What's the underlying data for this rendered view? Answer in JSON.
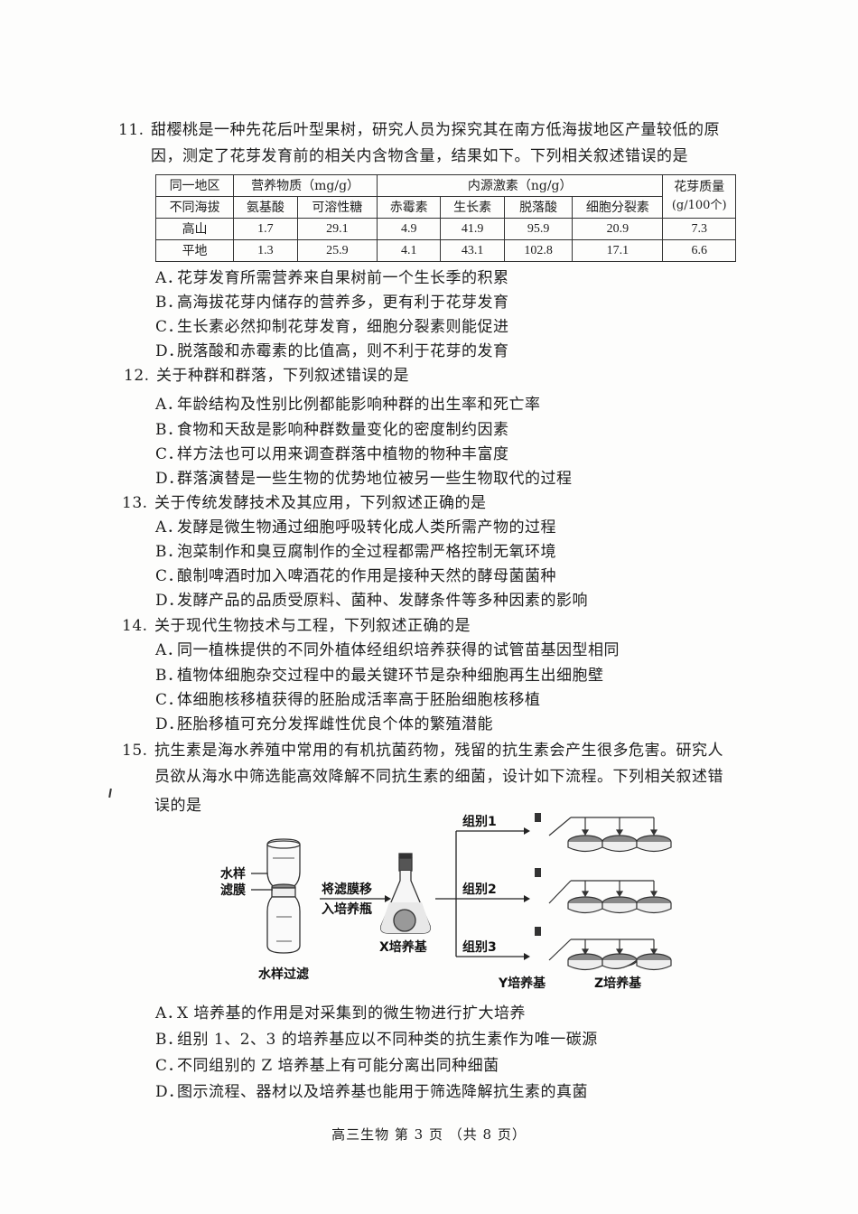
{
  "q11": {
    "number": "11.",
    "stem_line1": "甜樱桃是一种先花后叶型果树，研究人员为探究其在南方低海拔地区产量较低的原",
    "stem_line2": "因，测定了花芽发育前的相关内含物含量，结果如下。下列相关叙述错误的是",
    "table": {
      "header_row1": {
        "col0": "同一地区",
        "nutrients": "营养物质（mg/g）",
        "hormones": "内源激素（ng/g）",
        "quality": "花芽质量"
      },
      "header_row2": {
        "col0": "不同海拔",
        "amino_acid": "氨基酸",
        "soluble_sugar": "可溶性糖",
        "gibberellin": "赤霉素",
        "auxin": "生长素",
        "abscisic_acid": "脱落酸",
        "cytokinin": "细胞分裂素",
        "quality_unit": "(g/100个)"
      },
      "rows": [
        {
          "site": "高山",
          "amino_acid": "1.7",
          "soluble_sugar": "29.1",
          "gibberellin": "4.9",
          "auxin": "41.9",
          "abscisic_acid": "95.9",
          "cytokinin": "20.9",
          "quality": "7.3"
        },
        {
          "site": "平地",
          "amino_acid": "1.3",
          "soluble_sugar": "25.9",
          "gibberellin": "4.1",
          "auxin": "43.1",
          "abscisic_acid": "102.8",
          "cytokinin": "17.1",
          "quality": "6.6"
        }
      ]
    },
    "options": [
      {
        "letter": "A．",
        "text": "花芽发育所需营养来自果树前一个生长季的积累"
      },
      {
        "letter": "B．",
        "text": "高海拔花芽内储存的营养多，更有利于花芽发育"
      },
      {
        "letter": "C．",
        "text": "生长素必然抑制花芽发育，细胞分裂素则能促进"
      },
      {
        "letter": "D．",
        "text": "脱落酸和赤霉素的比值高，则不利于花芽的发育"
      }
    ]
  },
  "q12": {
    "number": "12.",
    "stem": "关于种群和群落，下列叙述错误的是",
    "options": [
      {
        "letter": "A．",
        "text": "年龄结构及性别比例都能影响种群的出生率和死亡率"
      },
      {
        "letter": "B．",
        "text": "食物和天敌是影响种群数量变化的密度制约因素"
      },
      {
        "letter": "C．",
        "text": "样方法也可以用来调查群落中植物的物种丰富度"
      },
      {
        "letter": "D．",
        "text": "群落演替是一些生物的优势地位被另一些生物取代的过程"
      }
    ]
  },
  "q13": {
    "number": "13.",
    "stem": "关于传统发酵技术及其应用，下列叙述正确的是",
    "options": [
      {
        "letter": "A．",
        "text": "发酵是微生物通过细胞呼吸转化成人类所需产物的过程"
      },
      {
        "letter": "B．",
        "text": "泡菜制作和臭豆腐制作的全过程都需严格控制无氧环境"
      },
      {
        "letter": "C．",
        "text": "酿制啤酒时加入啤酒花的作用是接种天然的酵母菌菌种"
      },
      {
        "letter": "D．",
        "text": "发酵产品的品质受原料、菌种、发酵条件等多种因素的影响"
      }
    ]
  },
  "q14": {
    "number": "14.",
    "stem": "关于现代生物技术与工程，下列叙述正确的是",
    "options": [
      {
        "letter": "A．",
        "text": "同一植株提供的不同外植体经组织培养获得的试管苗基因型相同"
      },
      {
        "letter": "B．",
        "text": "植物体细胞杂交过程中的最关键环节是杂种细胞再生出细胞壁"
      },
      {
        "letter": "C．",
        "text": "体细胞核移植获得的胚胎成活率高于胚胎细胞核移植"
      },
      {
        "letter": "D．",
        "text": "胚胎移植可充分发挥雌性优良个体的繁殖潜能"
      }
    ]
  },
  "q15": {
    "number": "15.",
    "stem_line1": "抗生素是海水养殖中常用的有机抗菌药物，残留的抗生素会产生很多危害。研究人",
    "stem_line2": "员欲从海水中筛选能高效降解不同抗生素的细菌，设计如下流程。下列相关叙述错",
    "stem_line3": "误的是",
    "diagram": {
      "label_water_sample": "水样",
      "label_filter_membrane": "滤膜",
      "label_filtration": "水样过滤",
      "arrow_label_line1": "将滤膜移",
      "arrow_label_line2": "入培养瓶",
      "label_x_medium": "X培养基",
      "group1": "组别1",
      "group2": "组别2",
      "group3": "组别3",
      "label_y_medium": "Y培养基",
      "label_z_medium": "Z培养基"
    },
    "options": [
      {
        "letter": "A．",
        "text": "X 培养基的作用是对采集到的微生物进行扩大培养"
      },
      {
        "letter": "B．",
        "text": "组别 1、2、3 的培养基应以不同种类的抗生素作为唯一碳源"
      },
      {
        "letter": "C．",
        "text": "不同组别的 Z 培养基上有可能分离出同种细菌"
      },
      {
        "letter": "D．",
        "text": "图示流程、器材以及培养基也能用于筛选降解抗生素的真菌"
      }
    ]
  },
  "footer": {
    "text": "高三生物 第 3 页 （共 8 页）"
  }
}
